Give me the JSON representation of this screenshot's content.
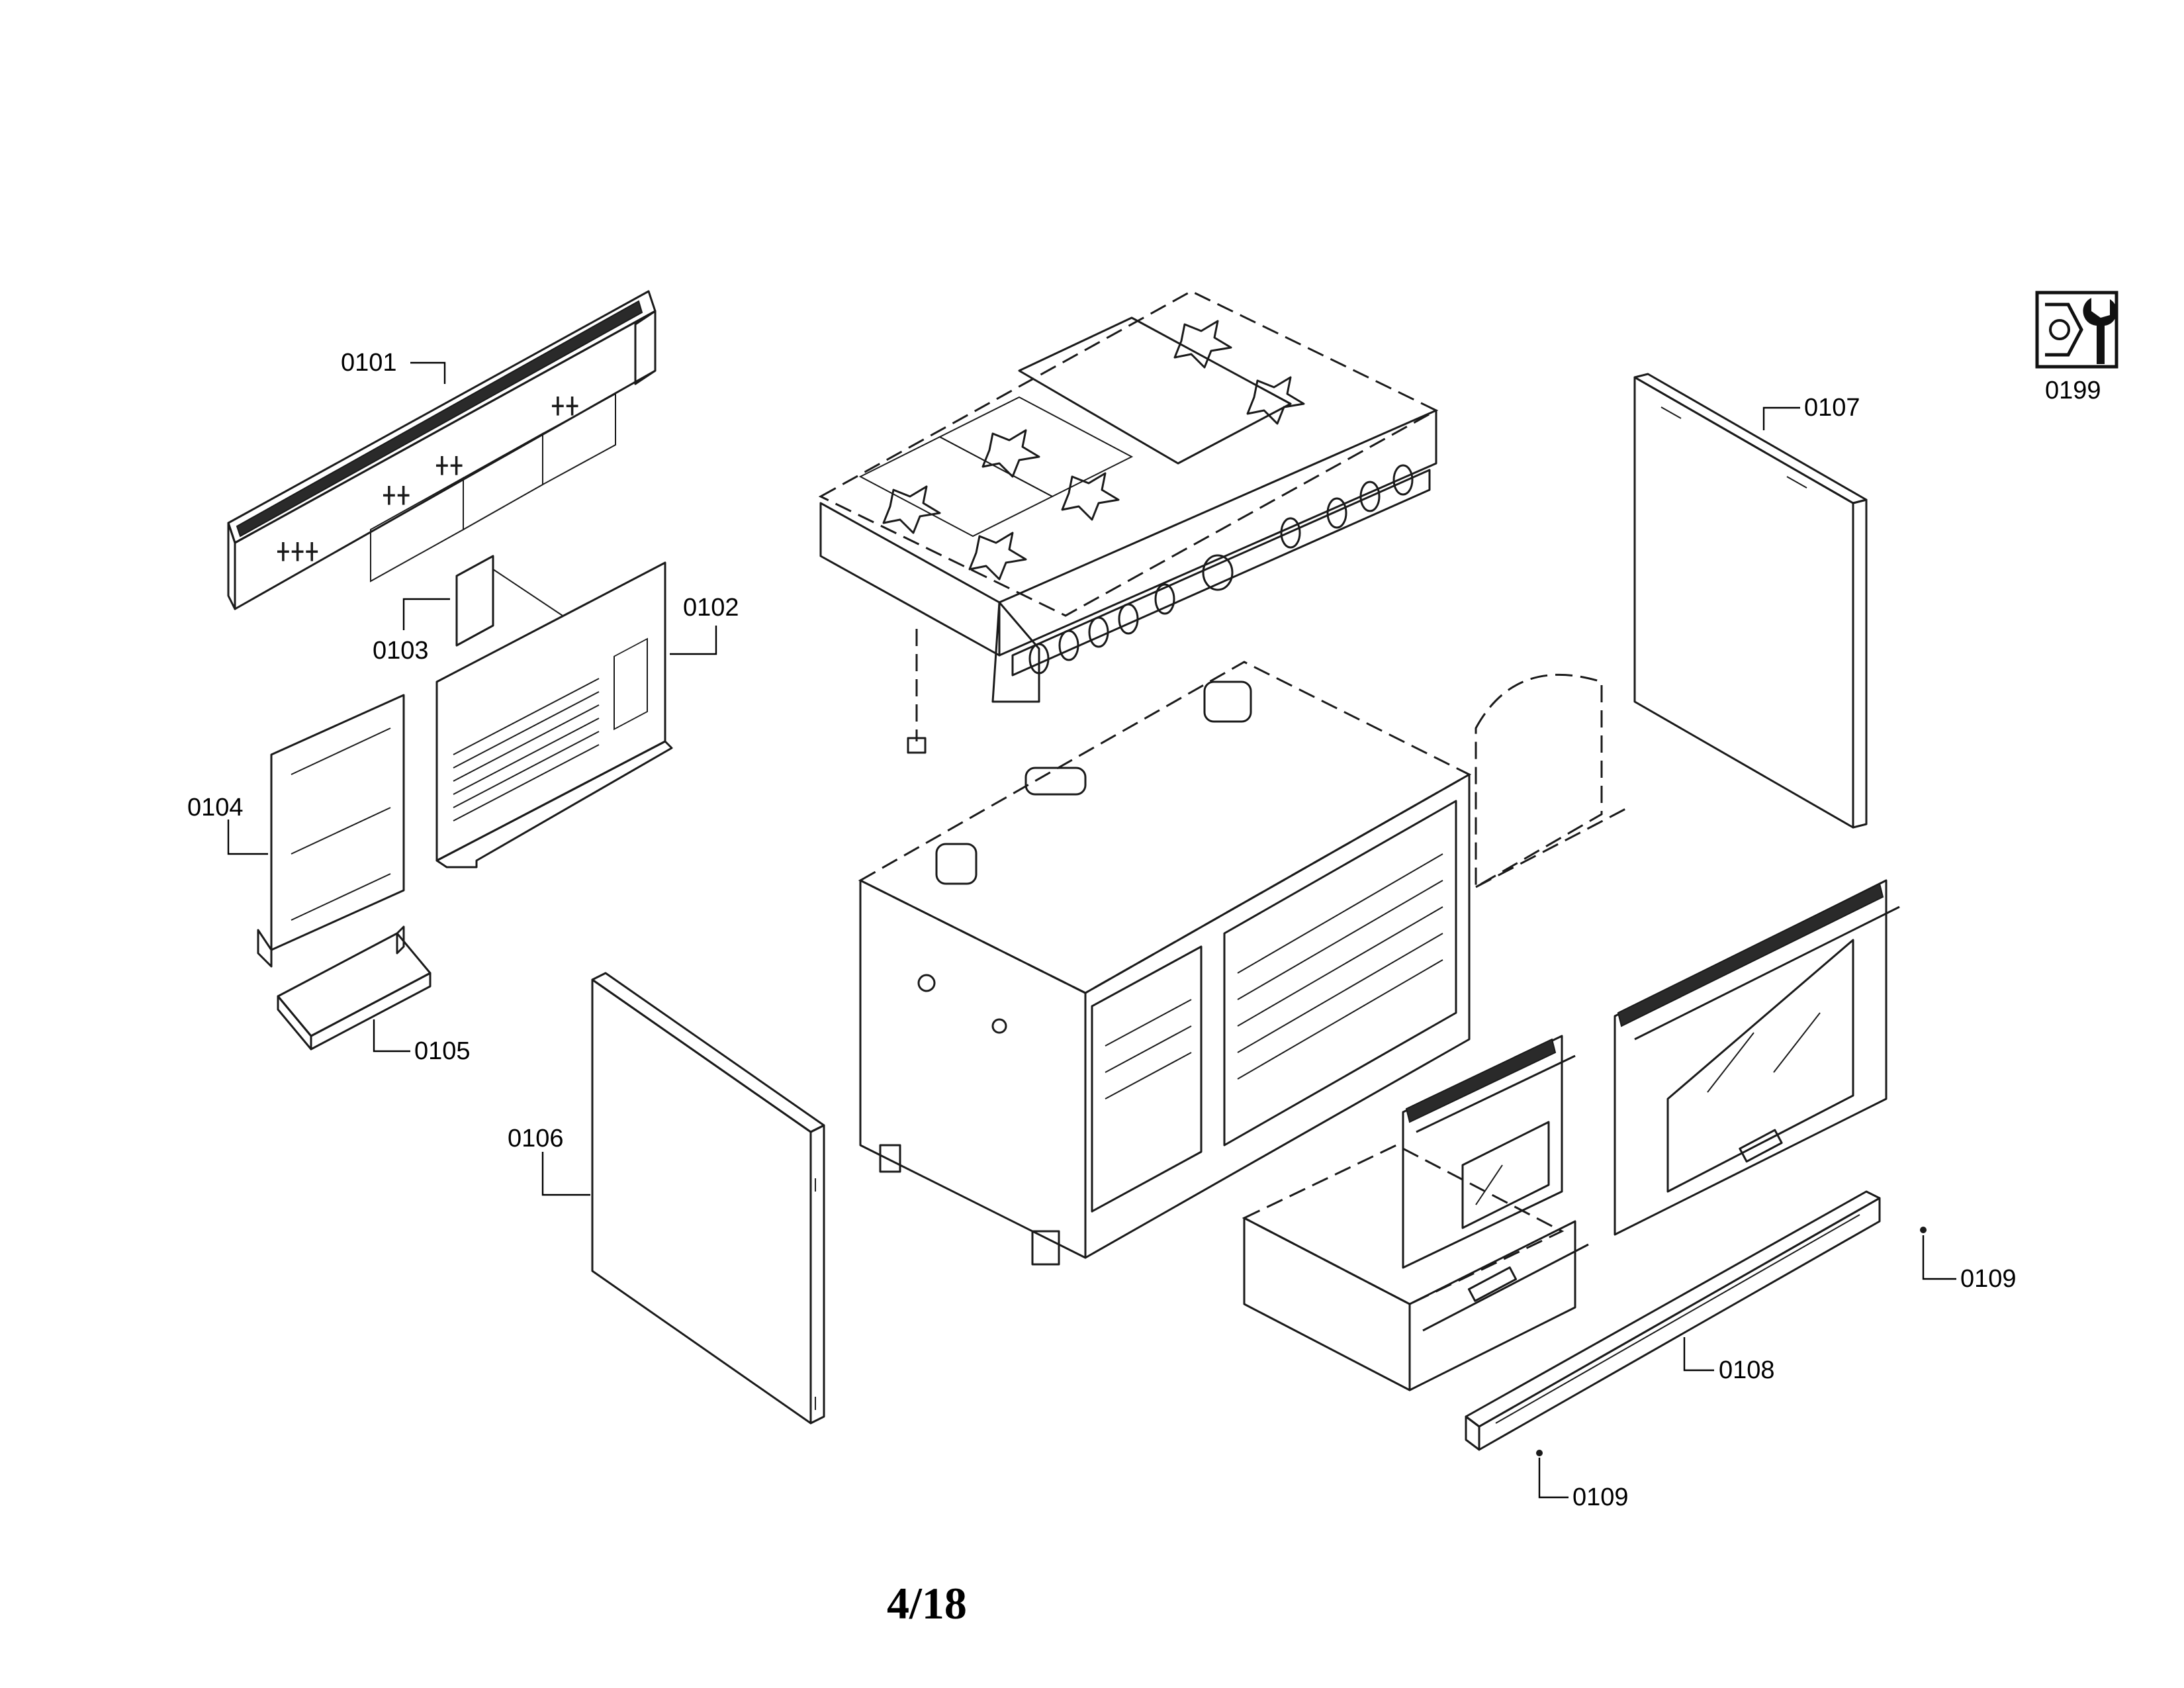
{
  "callouts": {
    "p0101": "0101",
    "p0102": "0102",
    "p0103": "0103",
    "p0104": "0104",
    "p0105": "0105",
    "p0106": "0106",
    "p0107": "0107",
    "p0108": "0108",
    "p0109_right": "0109",
    "p0109_bottom": "0109",
    "p0199": "0199"
  },
  "page_number": "4/18",
  "icons": {
    "service_tool": "wrench-icon"
  }
}
